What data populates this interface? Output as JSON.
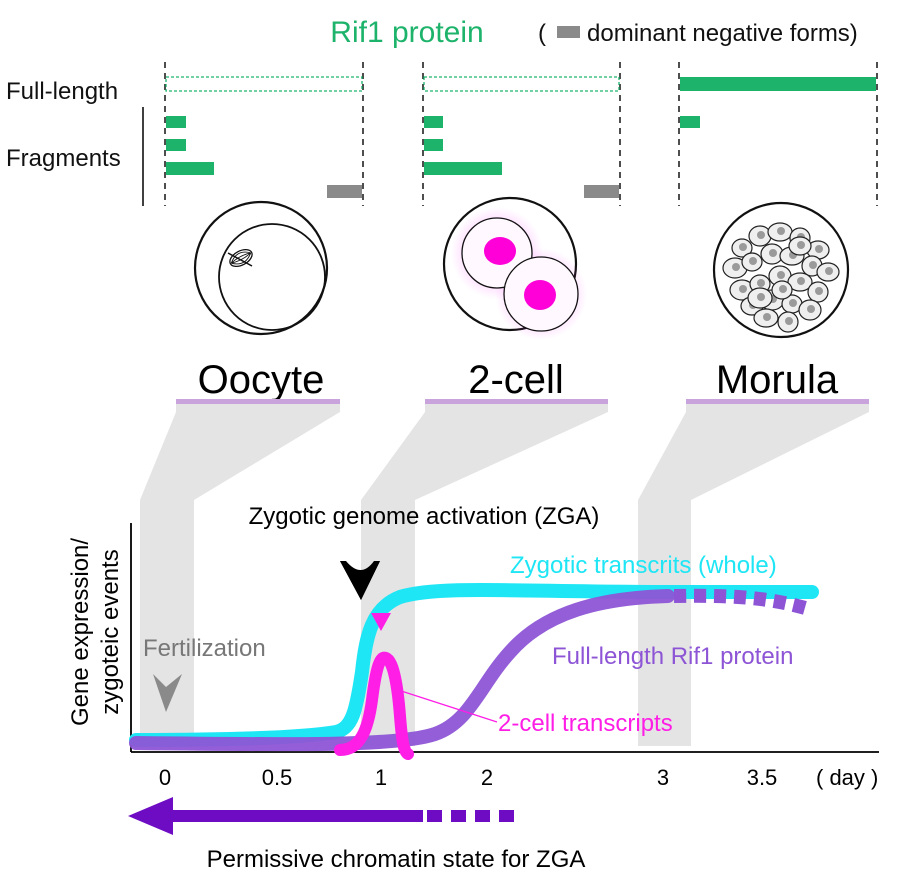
{
  "header": {
    "title": "Rif1 protein",
    "legend_open": "(",
    "legend_label": "dominant negative forms)",
    "title_color": "#1db36b",
    "legend_color": "#8a8a8a"
  },
  "rows": {
    "full_length": "Full-length",
    "fragments": "Fragments"
  },
  "stages": [
    "Oocyte",
    "2-cell",
    "Morula"
  ],
  "timeline": {
    "zga_label": "Zygotic genome activation (ZGA)",
    "fertilization_label": "Fertilization",
    "y_axis_label_line1": "Gene expression/",
    "y_axis_label_line2": "zygoteic events",
    "day_unit": "( day )",
    "day_ticks": [
      "0",
      "0.5",
      "1",
      "2",
      "3",
      "3.5"
    ],
    "curves": {
      "zygotic": "Zygotic transcrits (whole)",
      "rif1": "Full-length Rif1 protein",
      "two_cell": "2-cell transcripts"
    },
    "bottom_label": "Permissive chromatin state for ZGA"
  },
  "colors": {
    "green": "#1db36b",
    "grey": "#8a8a8a",
    "cyan": "#1ee6f5",
    "purple": "#8d55d6",
    "magenta": "#ff1ee6",
    "dark_purple": "#6e0cc4",
    "band": "#e4e4e4",
    "lilac": "#c9a3dc"
  }
}
